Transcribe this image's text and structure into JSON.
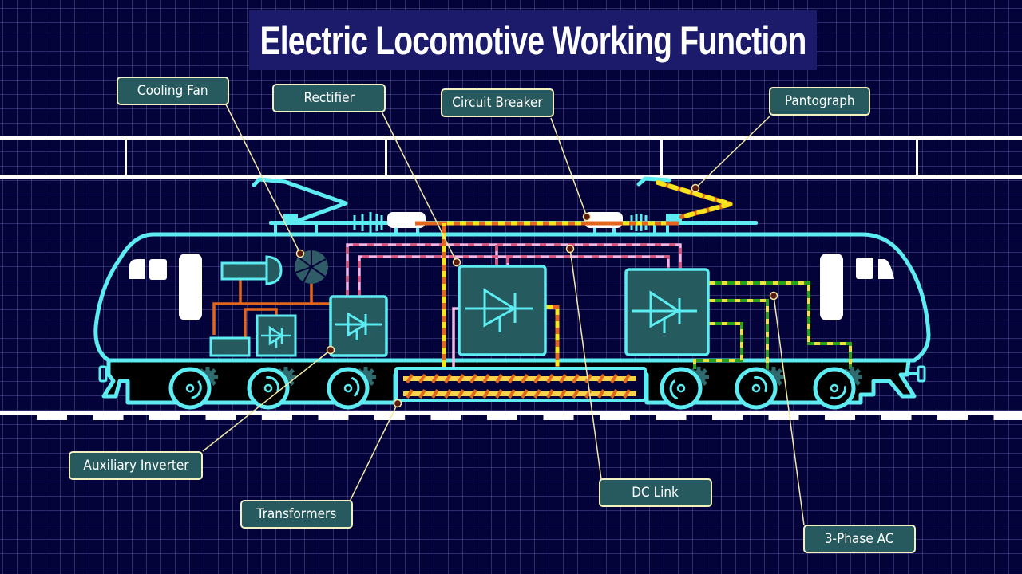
{
  "title": "Electric Locomotive Working Function",
  "colors": {
    "background": "#03033a",
    "title_bg": "#1c1a6a",
    "outline": "#5cecf2",
    "component_fill": "#255a5e",
    "label_fill": "#275a5e",
    "label_border": "#f3f0c2",
    "leader_line": "#f3e9a6",
    "ac_power": "#e2661e",
    "ac_power_dash": "#f6e51d",
    "dc_link": "#f2b6e6",
    "dc_link_dash": "#d8567f",
    "three_phase": "#2aa21a",
    "three_phase_dash": "#f1e23a",
    "aux_wiring": "#e2661e",
    "rail": "#ffffff"
  },
  "labels": [
    {
      "id": "cooling-fan",
      "text": "Cooling Fan"
    },
    {
      "id": "rectifier",
      "text": "Rectifier"
    },
    {
      "id": "circuit-breaker",
      "text": "Circuit Breaker"
    },
    {
      "id": "pantograph",
      "text": "Pantograph"
    },
    {
      "id": "auxiliary-inverter",
      "text": "Auxiliary Inverter"
    },
    {
      "id": "transformers",
      "text": "Transformers"
    },
    {
      "id": "dc-link",
      "text": "DC Link"
    },
    {
      "id": "three-phase-ac",
      "text": "3-Phase AC"
    }
  ]
}
